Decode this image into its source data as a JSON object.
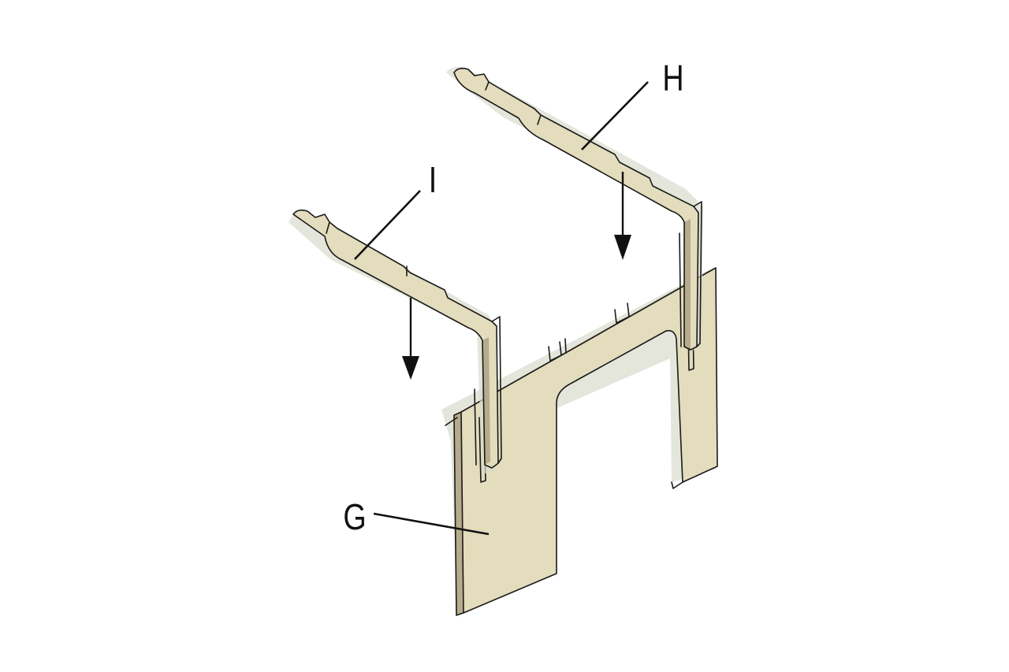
{
  "diagram": {
    "parts": [
      {
        "id": "G",
        "label": "G"
      },
      {
        "id": "H",
        "label": "H"
      },
      {
        "id": "I",
        "label": "I"
      }
    ]
  }
}
